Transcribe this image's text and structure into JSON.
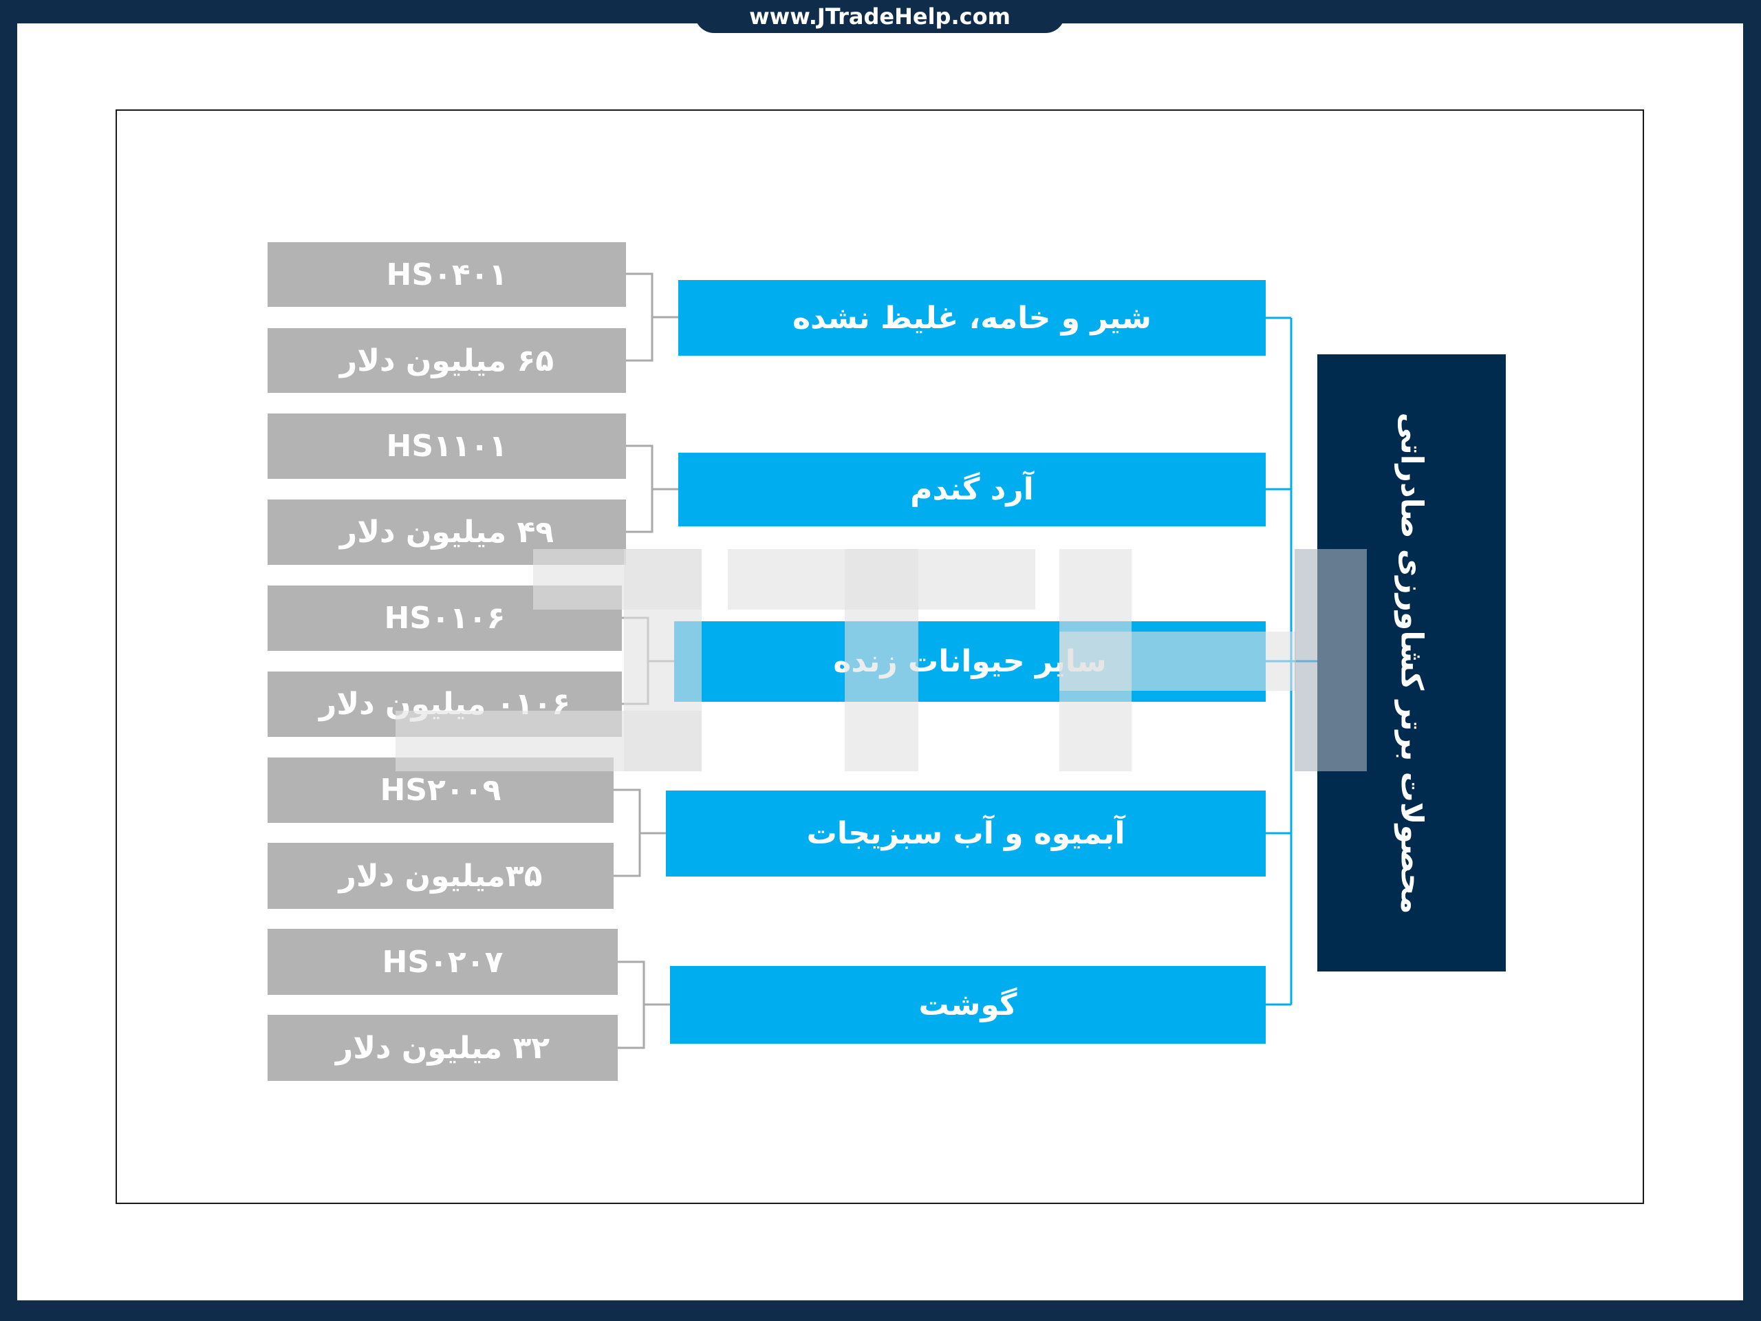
{
  "site": {
    "url": "www.JTradeHelp.com"
  },
  "root": {
    "label": "محصولات برتر کشاورزی صادراتی"
  },
  "categories": [
    {
      "label": "شیر و خامه، غلیظ نشده",
      "code": "HS۰۴۰۱",
      "value": "۶۵ میلیون دلار"
    },
    {
      "label": "آرد گندم",
      "code": "HS۱۱۰۱",
      "value": "۴۹ میلیون دلار"
    },
    {
      "label": "سایر حیوانات زنده",
      "code": "HS۰۱۰۶",
      "value": "۰۱۰۶ میلیون دلار"
    },
    {
      "label": "آبمیوه و آب سبزیجات",
      "code": "HS۲۰۰۹",
      "value": "۳۵میلیون دلار"
    },
    {
      "label": "گوشت",
      "code": "HS۰۲۰۷",
      "value": "۳۲ میلیون دلار"
    }
  ],
  "colors": {
    "background": "#0f2d4b",
    "root": "#002b4e",
    "category": "#00adef",
    "leaf": "#b3b3b3",
    "connector_blue": "#00adef",
    "connector_gray": "#aaaaaa"
  }
}
